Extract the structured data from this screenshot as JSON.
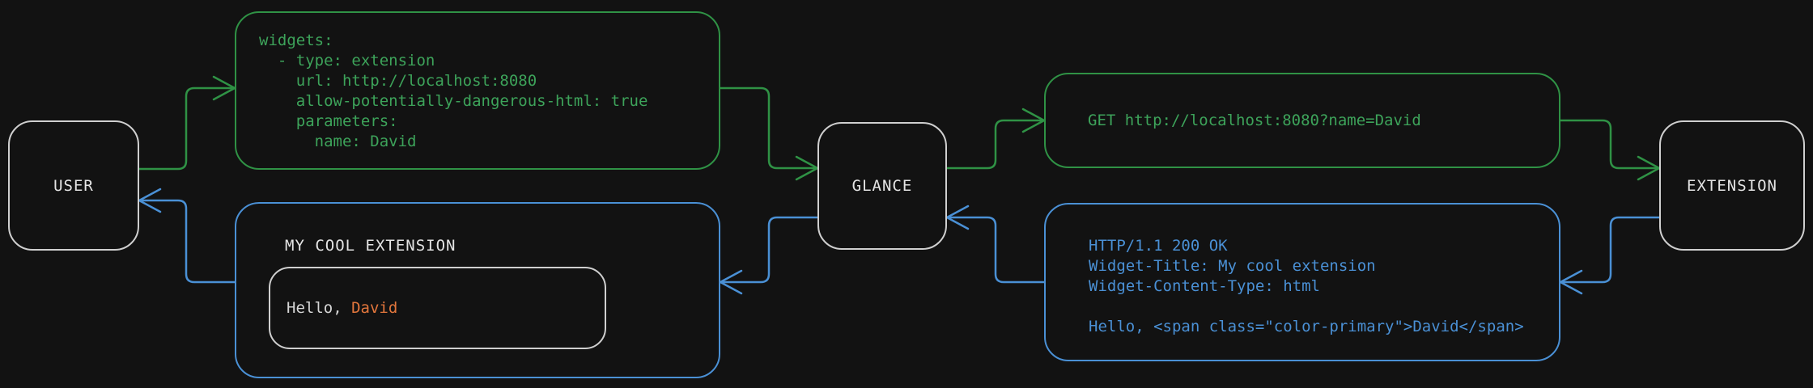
{
  "colors": {
    "background": "#121212",
    "node_border": "#cfcfcf",
    "node_text": "#e4e4e4",
    "green_text": "#3da35a",
    "green_line": "#2f9245",
    "blue": "#4a90d5",
    "orange": "#e2763c",
    "muted_text": "#d6d6d6"
  },
  "nodes": {
    "user": {
      "label": "USER"
    },
    "glance": {
      "label": "GLANCE"
    },
    "extension": {
      "label": "EXTENSION"
    }
  },
  "config_box": {
    "code": "widgets:\n  - type: extension\n    url: http://localhost:8080\n    allow-potentially-dangerous-html: true\n    parameters:\n      name: David"
  },
  "request_box": {
    "code": "GET http://localhost:8080?name=David"
  },
  "response_box": {
    "code": "HTTP/1.1 200 OK\nWidget-Title: My cool extension\nWidget-Content-Type: html\n\nHello, <span class=\"color-primary\">David</span>"
  },
  "widget_box": {
    "title": "MY COOL EXTENSION",
    "greeting_prefix": "Hello, ",
    "greeting_name": "David"
  }
}
